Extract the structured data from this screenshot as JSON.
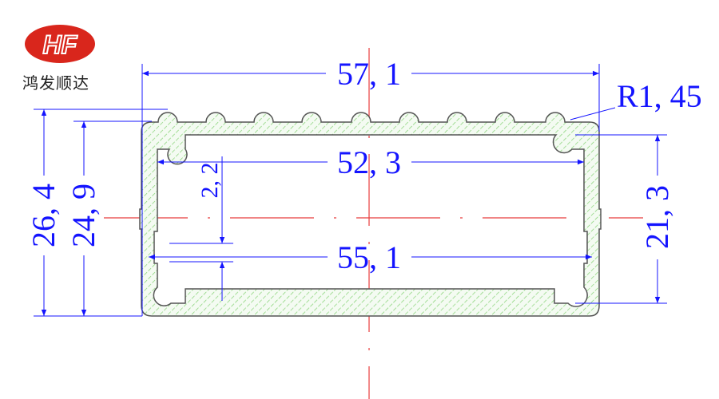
{
  "logo": {
    "mark": "HF",
    "company_name": "鸿发顺达",
    "color": "#d9261c"
  },
  "dimensions": {
    "overall_width": "57, 1",
    "inner_width": "52, 3",
    "slot_width": "55, 1",
    "corner_radius": "R1, 45",
    "overall_height": "26, 4",
    "body_height": "24, 9",
    "inner_height": "21, 3",
    "slot_gap": "2, 2"
  },
  "colors": {
    "dimension": "#1414ff",
    "centerline": "#e83c3c",
    "hatch": "#7ccf6a",
    "outline": "#555555"
  }
}
